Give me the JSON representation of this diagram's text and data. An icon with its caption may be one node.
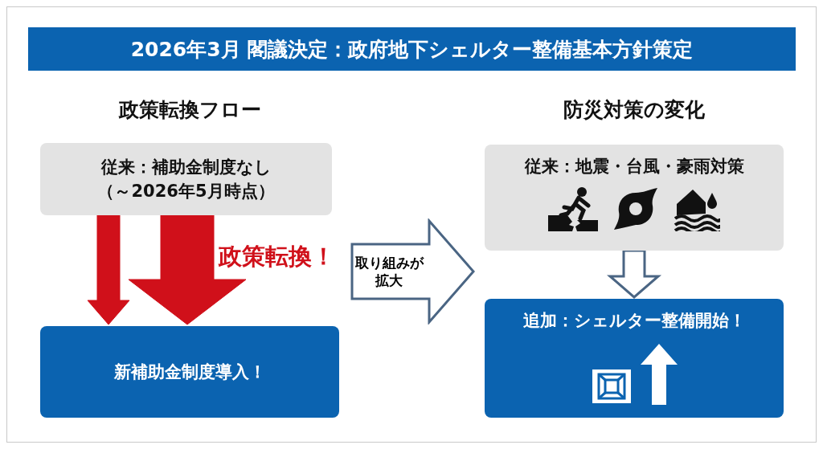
{
  "diagram": {
    "title": "2026年3月 閣議決定：政府地下シェルター整備基本方針策定",
    "nodes": [
      {
        "text": [
          "従来：補助金制度なし（～2026年5月時点）"
        ]
      },
      {
        "text": [
          "従来：地震・台風・豪雨対策"
        ]
      },
      {
        "text": [
          "取り組みが拡大"
        ]
      },
      {
        "text": [
          "新補助金制度導入！"
        ]
      },
      {
        "text": [
          "追加：シェルター整備開始！"
        ]
      }
    ],
    "edges": [
      {
        "from": 0,
        "to": 3,
        "arrow": "to",
        "style": "thick",
        "color": "#d0101a"
      },
      {
        "from": 0,
        "to": 3,
        "arrow": "to",
        "style": "thick",
        "color": "#d0101a",
        "label": "政策転換！"
      },
      {
        "from": 1,
        "to": 4,
        "arrow": "to"
      }
    ],
    "labels": [
      "政策転換フロー",
      "防災対策の変化"
    ]
  }
}
